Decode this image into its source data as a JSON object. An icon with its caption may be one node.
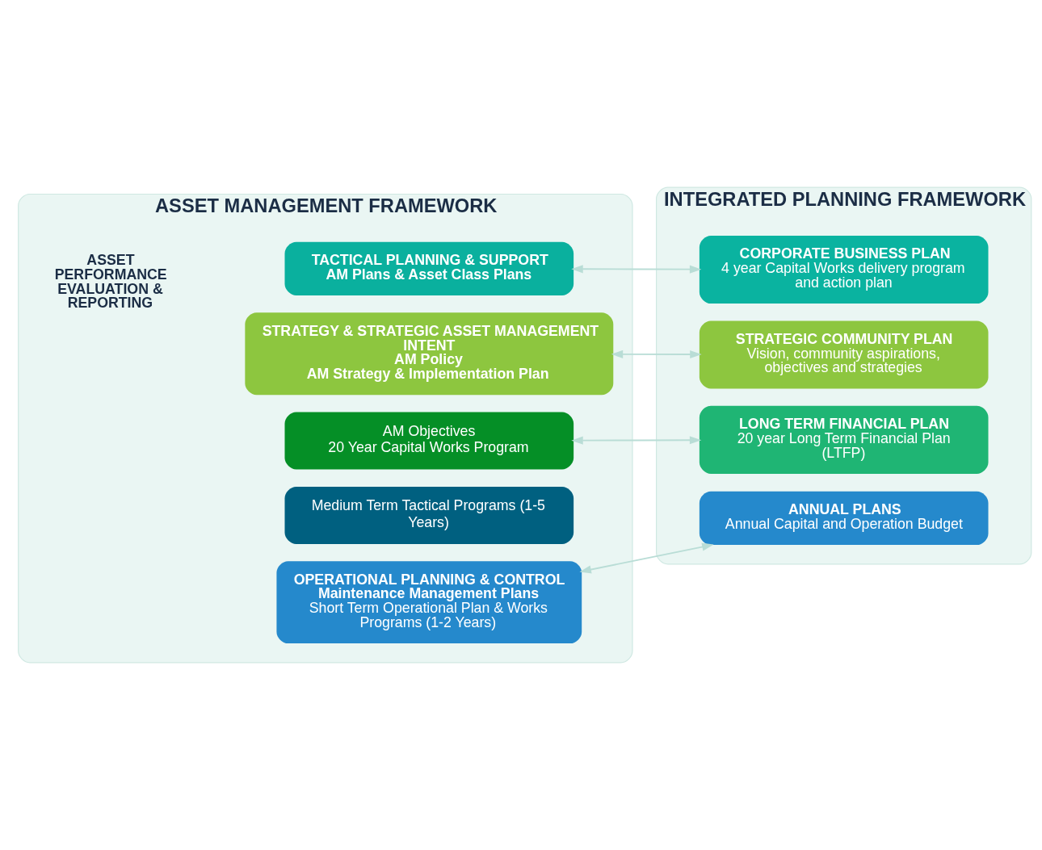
{
  "diagram": {
    "nodes": [
      {
        "text": [
          "ASSET MANAGEMENT FRAMEWORK"
        ]
      },
      {
        "text": [
          "STRATEGY & STRATEGIC ASSET MANAGEMENT INTENT",
          "AM Policy",
          "AM Strategy & Implementation Plan"
        ],
        "in": 0
      },
      {
        "text": [
          "AM Objectives",
          "20 Year Capital Works Program"
        ],
        "in": 0
      },
      {
        "text": [
          "TACTICAL PLANNING & SUPPORT",
          "AM Plans & Asset Class Plans"
        ],
        "in": 0
      },
      {
        "text": [
          "Medium Term Tactical Programs (1-5 Years)"
        ],
        "in": 0
      },
      {
        "text": [
          "OPERATIONAL PLANNING & CONTROL",
          "Maintenance Management Plans",
          "Short Term Operational Plan & Works Programs (1-2 Years)"
        ],
        "in": 0
      },
      {
        "text": [
          "INTEGRATED PLANNING FRAMEWORK"
        ]
      },
      {
        "text": [
          "STRATEGIC COMMUNITY PLAN",
          "Vision, community aspirations, objectives and strategies"
        ],
        "in": 6
      },
      {
        "text": [
          "LONG TERM FINANCIAL PLAN",
          "20 year Long Term Financial Plan (LTFP)"
        ],
        "in": 6
      },
      {
        "text": [
          "CORPORATE BUSINESS PLAN",
          "4 year Capital Works delivery program and action plan"
        ],
        "in": 6
      },
      {
        "text": [
          "ANNUAL PLANS",
          "Annual Capital and Operation Budget"
        ],
        "in": 6
      }
    ],
    "edges": [
      {
        "from": 1,
        "to": 7,
        "arrow": "both"
      },
      {
        "from": 2,
        "to": 8,
        "arrow": "both"
      },
      {
        "from": 3,
        "to": 9,
        "arrow": "both"
      },
      {
        "from": 5,
        "to": 10,
        "arrow": "both"
      }
    ],
    "labels": [
      "ASSET PERFORMANCE EVALUATION & REPORTING"
    ]
  }
}
